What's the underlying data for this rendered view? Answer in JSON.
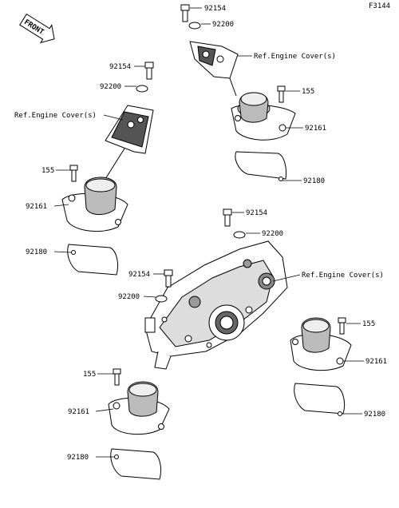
{
  "diagram": {
    "figure_code": "F3144",
    "front_label": "FRONT",
    "colors": {
      "ink": "#000000",
      "paper": "#ffffff",
      "shade": "#b5b5b5",
      "dark": "#444444"
    },
    "callouts": {
      "c1": "92154",
      "c2": "92200",
      "c3": "Ref.Engine Cover(s)",
      "c4": "155",
      "c5": "92161",
      "c6": "92180",
      "c7": "92154",
      "c8": "92200",
      "c9": "Ref.Engine Cover(s)",
      "c10": "155",
      "c11": "92161",
      "c12": "92180",
      "c13": "92154",
      "c14": "92200",
      "c15": "Ref.Engine Cover(s)",
      "c16": "92154",
      "c17": "92200",
      "c18": "155",
      "c19": "92161",
      "c20": "92180",
      "c21": "155",
      "c22": "92161",
      "c23": "92180"
    }
  }
}
